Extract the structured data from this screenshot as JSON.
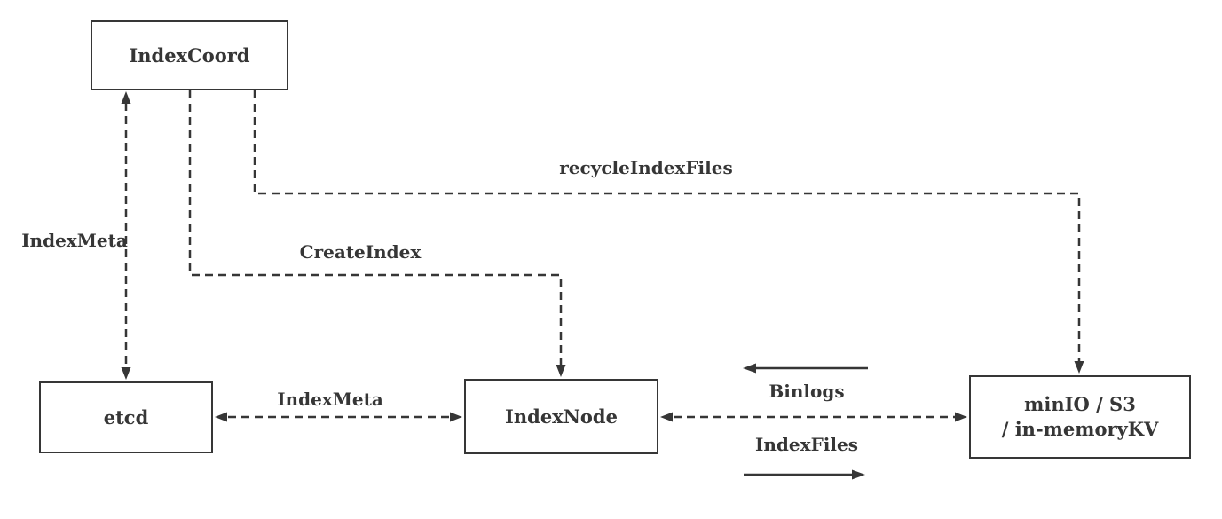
{
  "diagram": {
    "nodes": [
      {
        "id": "indexcoord",
        "label": "IndexCoord"
      },
      {
        "id": "etcd",
        "label": "etcd"
      },
      {
        "id": "indexnode",
        "label": "IndexNode"
      },
      {
        "id": "storage",
        "label_line1": "minIO / S3",
        "label_line2": "/ in-memoryKV"
      }
    ],
    "edge_labels": {
      "index_meta_left": "IndexMeta",
      "create_index": "CreateIndex",
      "recycle_index_files": "recycleIndexFiles",
      "index_meta_bottom": "IndexMeta",
      "binlogs": "Binlogs",
      "index_files": "IndexFiles"
    },
    "colors": {
      "line": "#363636",
      "text": "#363636",
      "background": "#ffffff",
      "node_fill": "#ffffff"
    }
  }
}
